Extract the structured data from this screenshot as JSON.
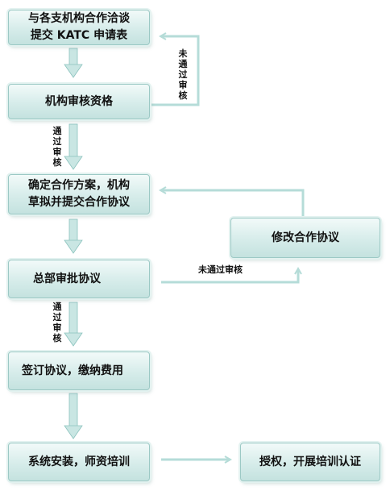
{
  "boxes": {
    "b1": "与各支机构合作洽谈\n提交 KATC 申请表",
    "b2": "机构审核资格",
    "b3": "确定合作方案，机构\n草拟并提交合作协议",
    "b4": "修改合作协议",
    "b5": "总部审批协议",
    "b6": "签订协议，缴纳费用",
    "b7": "系统安装，师资培训",
    "b8": "授权，开展培训认证"
  },
  "labels": {
    "not_passed_1": "未通过审核",
    "passed_1": "通过审核",
    "not_passed_2": "未通过审核",
    "passed_2": "通过审核"
  },
  "colors": {
    "arrow": "#b5dcd8",
    "arrow_edge": "#8cc3be",
    "box_border": "#9cc9c5"
  }
}
